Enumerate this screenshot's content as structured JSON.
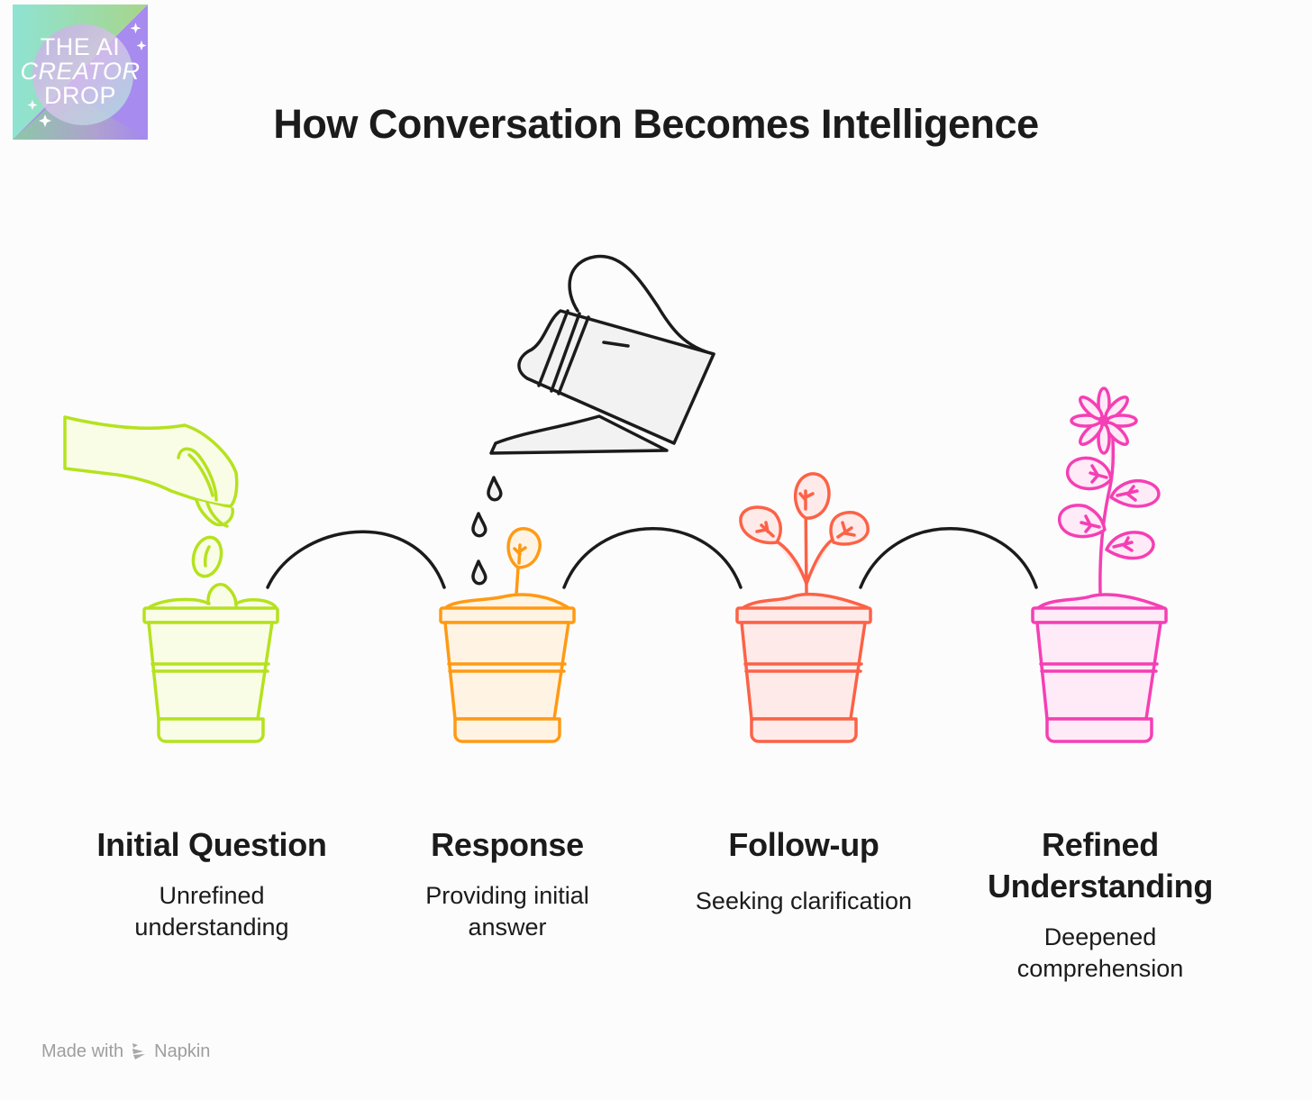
{
  "logo": {
    "line1": "THE AI",
    "line2": "CREATOR",
    "line3": "DROP",
    "colors": {
      "teal": "#8fe0cf",
      "green": "#9fd38e",
      "purple": "#a78bef",
      "lavender": "#c8b3e6"
    }
  },
  "title": "How Conversation Becomes Intelligence",
  "steps": [
    {
      "title": "Initial Question",
      "description": "Unrefined understanding",
      "icon": "hand-dropping-seeds-icon",
      "color": "#b5e21e",
      "fill": "#f9fde6"
    },
    {
      "title": "Response",
      "description": "Providing initial answer",
      "icon": "sprout-watering-can-icon",
      "color": "#ff9a14",
      "fill": "#fff4e4"
    },
    {
      "title": "Follow-up",
      "description": "Seeking clarification",
      "icon": "growing-plant-icon",
      "color": "#fc6246",
      "fill": "#ffeaea"
    },
    {
      "title": "Refined Understanding",
      "description": "Deepened comprehension",
      "icon": "flowering-plant-icon",
      "color": "#f53fb4",
      "fill": "#ffeaf8"
    }
  ],
  "connector_color": "#1b1b1b",
  "footer": {
    "made_with": "Made with",
    "brand": "Napkin"
  }
}
